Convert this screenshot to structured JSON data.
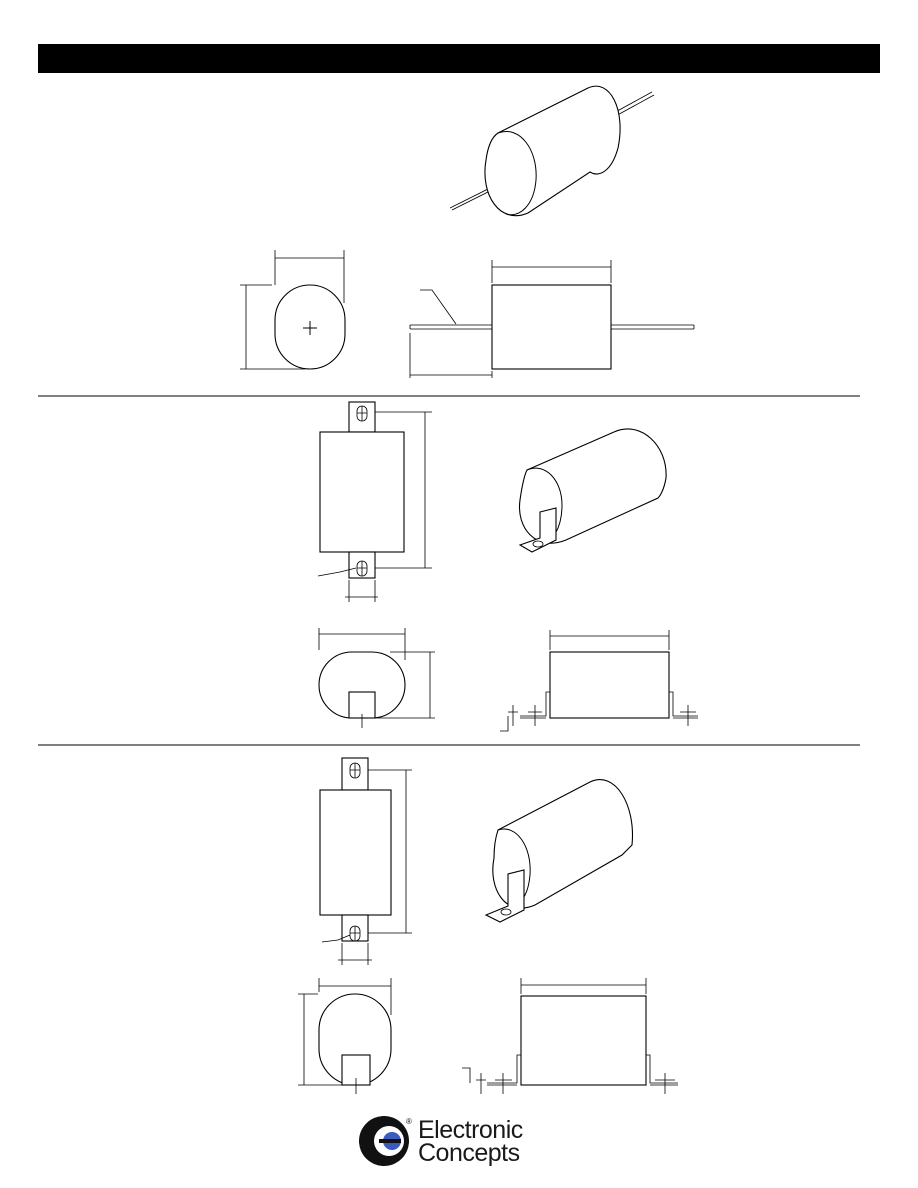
{
  "header": {
    "title": ""
  },
  "sections": [
    {
      "id": "axial-lead",
      "label": ""
    },
    {
      "id": "tab-mount-small",
      "label": ""
    },
    {
      "id": "tab-mount-large",
      "label": ""
    }
  ],
  "logo": {
    "brand_line_1": "Electronic",
    "brand_line_2": "Concepts",
    "registered_mark": "®",
    "colors": {
      "ring": "#111111",
      "accent": "#3a5bbf"
    }
  }
}
